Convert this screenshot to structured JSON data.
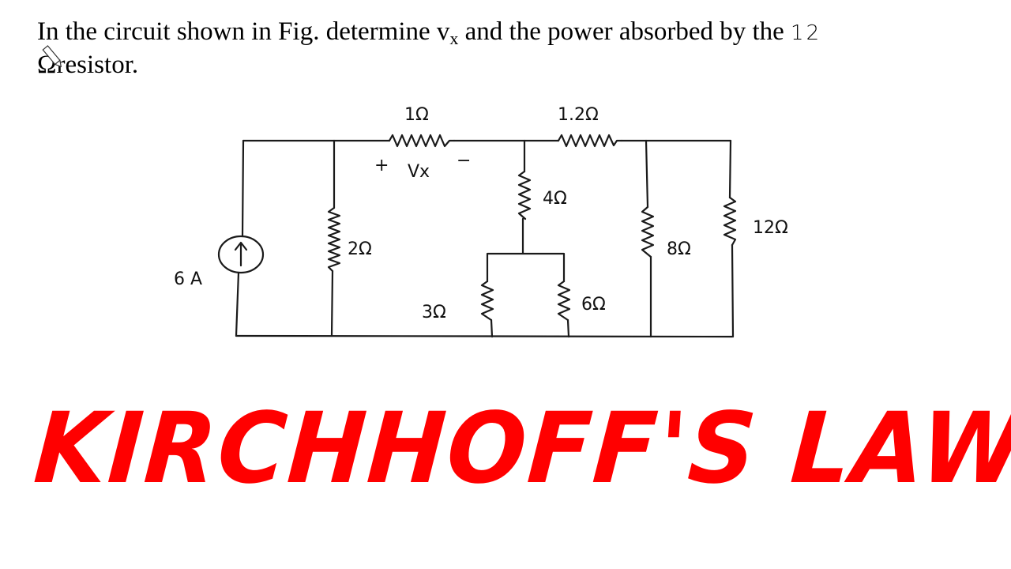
{
  "problem": {
    "line1_prefix": "In the circuit shown in Fig. determine v",
    "line1_subscript": "x",
    "line1_suffix": " and the power absorbed by the",
    "line1_handwritten": "12",
    "line2_symbol": "Ω",
    "line2_text": "resistor."
  },
  "circuit": {
    "source": {
      "label": "6 A",
      "type": "current-source",
      "direction": "up"
    },
    "resistors": [
      {
        "id": "r2",
        "label": "2Ω"
      },
      {
        "id": "r1",
        "label": "1Ω"
      },
      {
        "id": "r1_2",
        "label": "1.2Ω"
      },
      {
        "id": "r4",
        "label": "4Ω"
      },
      {
        "id": "r3",
        "label": "3Ω"
      },
      {
        "id": "r6",
        "label": "6Ω"
      },
      {
        "id": "r8",
        "label": "8Ω"
      },
      {
        "id": "r12",
        "label": "12Ω"
      }
    ],
    "vx": {
      "plus": "+",
      "label": "Vx",
      "minus": "−"
    }
  },
  "banner": {
    "title": "KIRCHHOFF'S LAWS",
    "color": "#ff0000"
  }
}
